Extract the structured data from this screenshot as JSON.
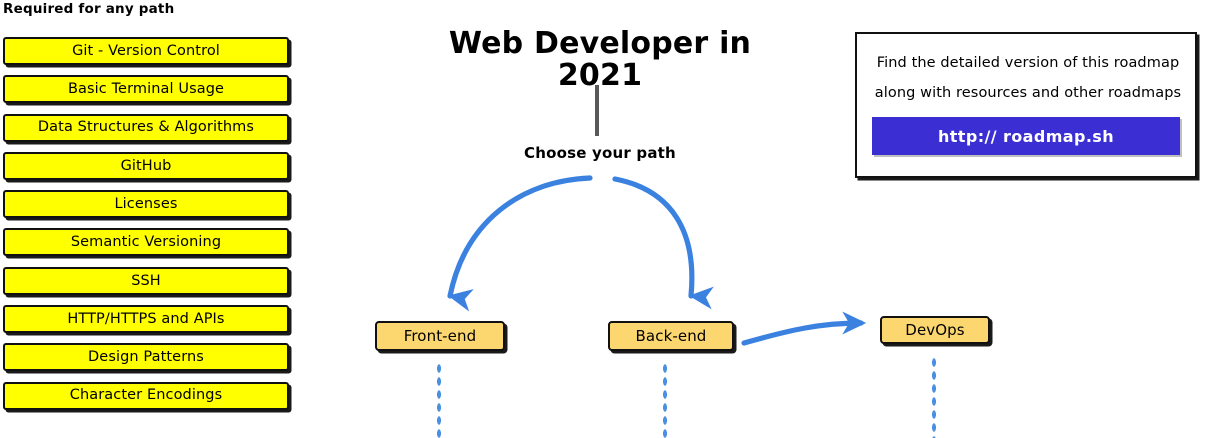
{
  "required_section": {
    "header": "Required for any path",
    "items": [
      {
        "label": "Git - Version Control"
      },
      {
        "label": "Basic Terminal Usage"
      },
      {
        "label": "Data Structures & Algorithms"
      },
      {
        "label": "GitHub"
      },
      {
        "label": "Licenses"
      },
      {
        "label": "Semantic Versioning"
      },
      {
        "label": "SSH"
      },
      {
        "label": "HTTP/HTTPS and APIs"
      },
      {
        "label": "Design Patterns"
      },
      {
        "label": "Character Encodings"
      }
    ],
    "fill_color": "#ffff00",
    "border_color": "#111111"
  },
  "diagram": {
    "title": "Web Developer in 2021",
    "branch_label": "Choose your path",
    "stem_color": "#595959",
    "arrow_color": "#3b82e0",
    "nodes": [
      {
        "id": "frontend",
        "label": "Front-end"
      },
      {
        "id": "backend",
        "label": "Back-end"
      },
      {
        "id": "devops",
        "label": "DevOps"
      }
    ],
    "node_fill_color": "#fcd770",
    "trail_color": "#4a90e2"
  },
  "roadmap_card": {
    "line1": "Find the detailed version of this roadmap",
    "line2": "along with resources and other roadmaps",
    "button_label": "http:// roadmap.sh",
    "button_color": "#3b2fd4",
    "button_text_color": "#ffffff"
  }
}
